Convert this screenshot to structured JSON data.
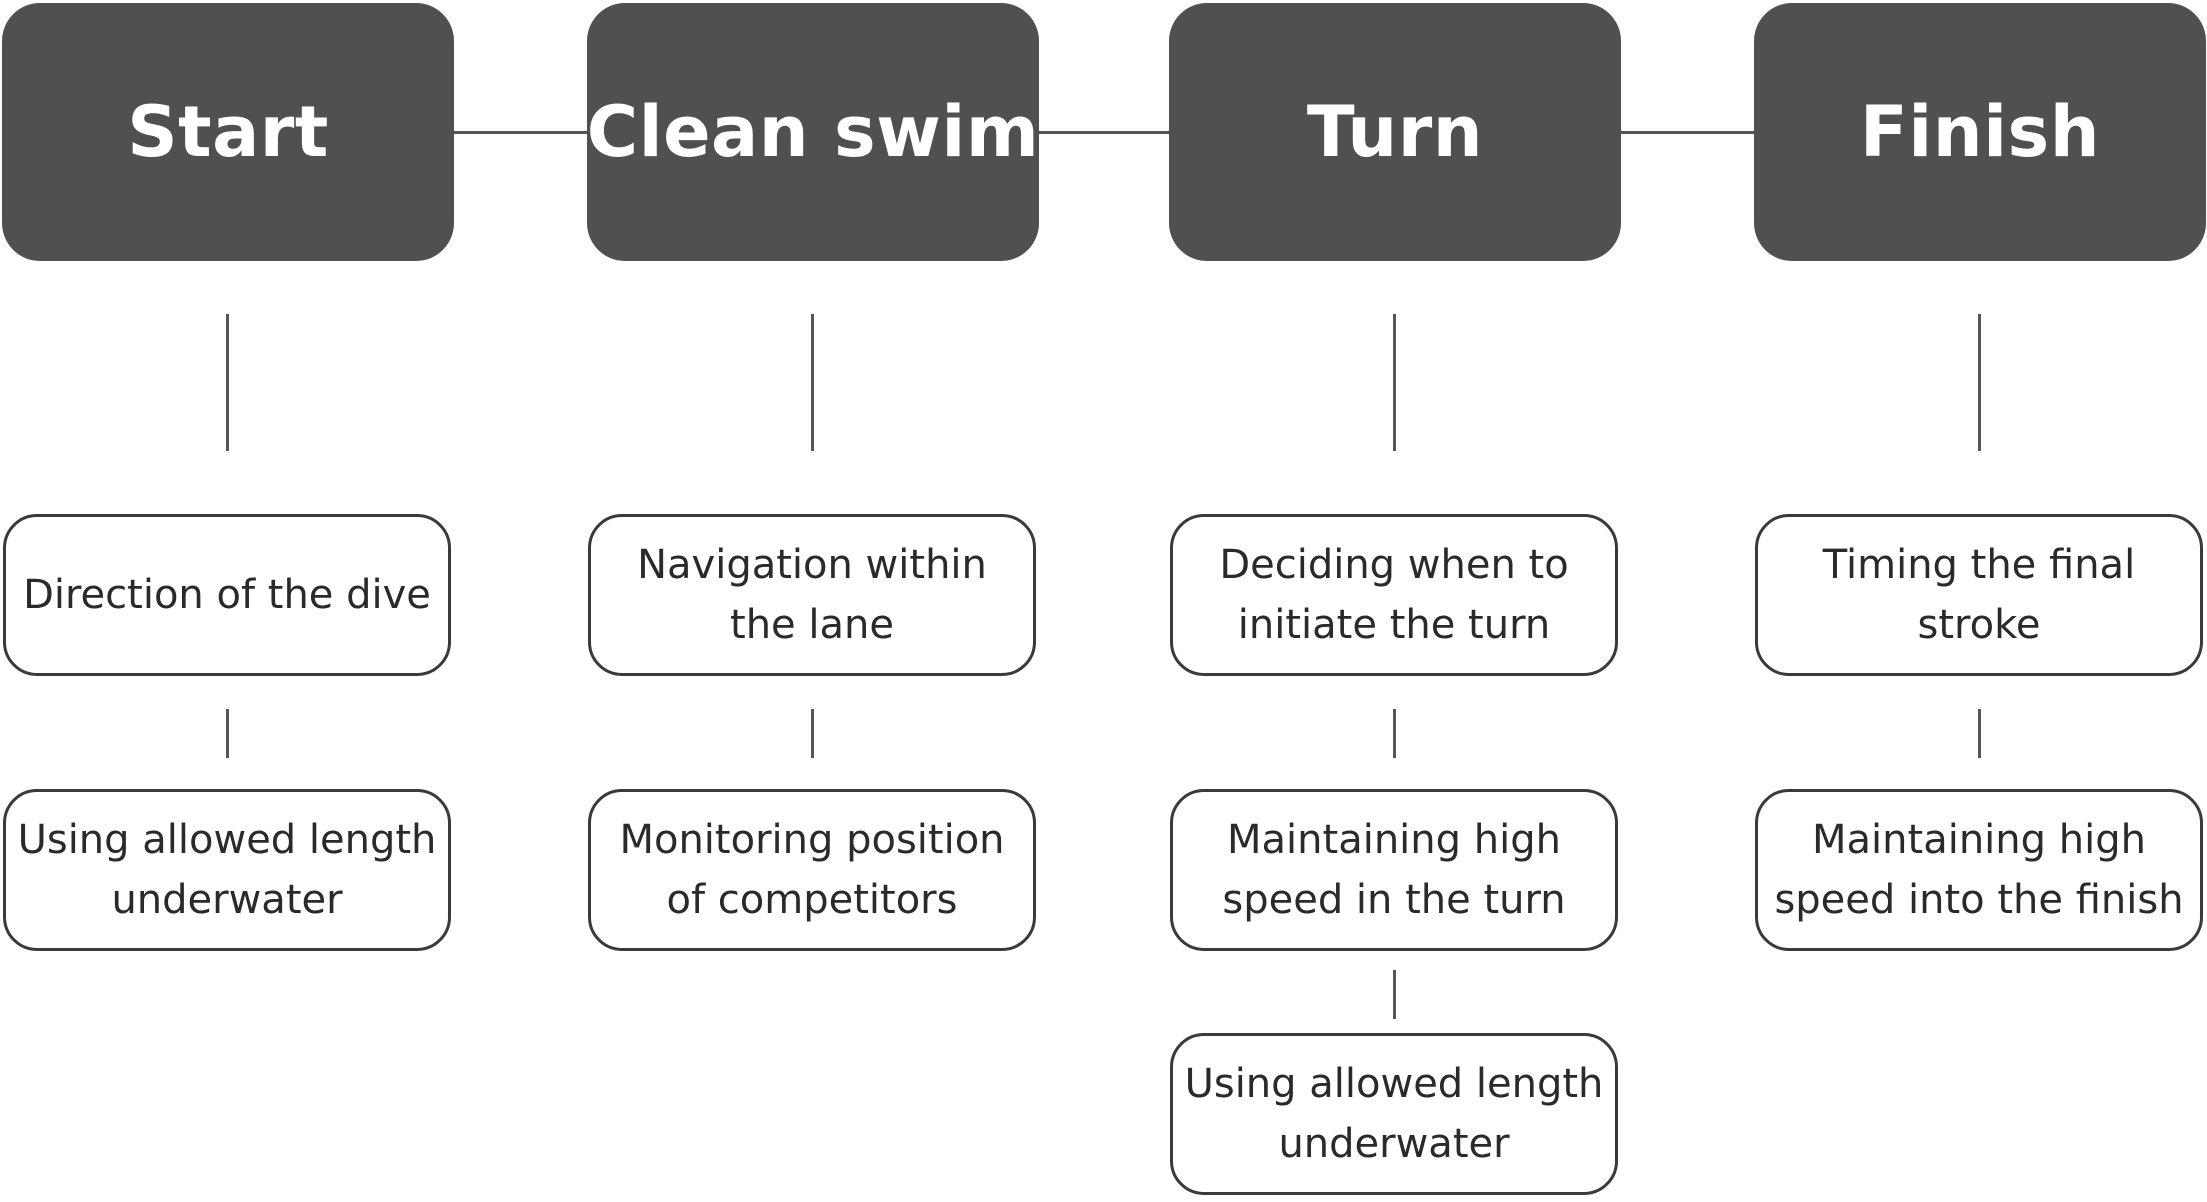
{
  "phases": [
    {
      "label": "Start",
      "skills": [
        "Direction of the dive",
        "Using allowed length underwater"
      ]
    },
    {
      "label": "Clean swim",
      "skills": [
        "Navigation within the lane",
        "Monitoring position of competitors"
      ]
    },
    {
      "label": "Turn",
      "skills": [
        "Deciding when to initiate the turn",
        "Maintaining high speed in the turn",
        "Using allowed length underwater"
      ]
    },
    {
      "label": "Finish",
      "skills": [
        "Timing the final stroke",
        "Maintaining high speed into the finish"
      ]
    }
  ],
  "colors": {
    "phase_fill": "#505050",
    "phase_text": "#ffffff",
    "skill_border": "#3a3a3a",
    "connector": "#555555"
  }
}
